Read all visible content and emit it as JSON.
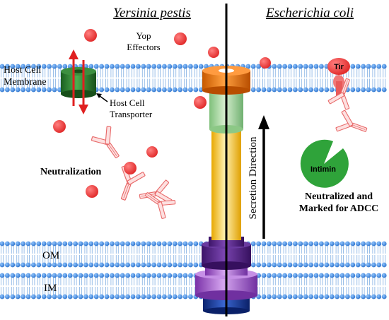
{
  "titles": {
    "left_organism": "Yersinia pestis",
    "right_organism": "Escherichia coli"
  },
  "labels": {
    "yop_line1": "Yop",
    "yop_line2": "Effectors",
    "host_membrane_line1": "Host Cell",
    "host_membrane_line2": "Membrane",
    "transporter_line1": "Host Cell",
    "transporter_line2": "Transporter",
    "neutralization": "Neutralization",
    "secretion_direction": "Secretion Direction",
    "tir": "Tir",
    "intimin": "Intimin",
    "neutralized_line1": "Neutralized and",
    "neutralized_line2": "Marked for ADCC",
    "om": "OM",
    "im": "IM"
  },
  "colors": {
    "lipid_head": "#4a8fd8",
    "lipid_tail": "#8fb9e6",
    "effector_red": "#ee3b3b",
    "transporter_green": "#2e7d32",
    "needle_tip_orange": "#f07818",
    "needle_green": "#a6d69a",
    "needle_yellow": "#f8cc3c",
    "base_purple": "#5b2c8c",
    "base_violet": "#a75fd0",
    "base_blue": "#1a3f9c",
    "antibody_pink": "#f4a0a0",
    "intimin_green": "#3cb043"
  },
  "icons": [
    "effector-sphere",
    "antibody",
    "divider-line",
    "direction-arrow"
  ]
}
